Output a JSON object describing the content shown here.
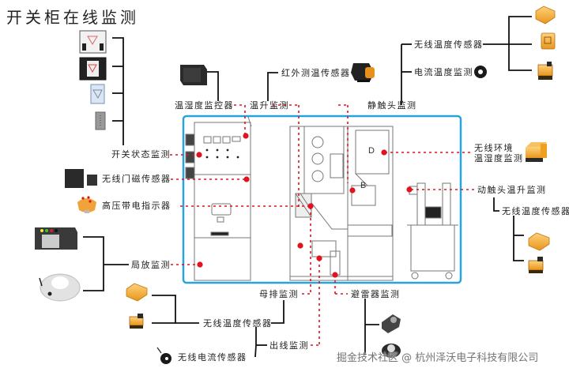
{
  "title": "开关柜在线监测",
  "colors": {
    "frame": "#29a3dc",
    "dot": "#e0141e",
    "line": "#111111",
    "sensor_orange": "#f0a828"
  },
  "labels": {
    "switch_status": "开关状态监测",
    "door_magnetic": "无线门磁传感器",
    "hv_indicator": "高压带电指示器",
    "partial_discharge": "局放监测",
    "temp_humidity_controller": "温湿度监控器",
    "temp_rise": "温升监测",
    "infrared_sensor": "红外测温传感器",
    "static_contact": "静触头监测",
    "wireless_temp_top": "无线温度传感器",
    "current_temp": "电流温度监测",
    "wireless_env_line1": "无线环境",
    "wireless_env_line2": "温湿度监测",
    "moving_contact": "动触头温升监测",
    "wireless_temp_right": "无线温度传感器",
    "busbar": "母排监测",
    "arrester": "避雷器监测",
    "wireless_temp_bottom": "无线温度传感器",
    "outgoing_line": "出线监测",
    "wireless_current": "无线电流传感器",
    "cabinet_letter_d": "D",
    "cabinet_letter_b": "B"
  },
  "watermark": "掘金技术社区 @ 杭州泽沃电子科技有限公司",
  "icons": {
    "switch_devices": [
      "switch-display-white-icon",
      "switch-display-black-icon",
      "switch-indicator-blue-icon",
      "switch-panel-gray-icon"
    ],
    "wireless_temp_sensors": [
      "temp-sensor-square-icon",
      "temp-sensor-qr-icon",
      "temp-sensor-block-icon"
    ],
    "current_temp": "ring-ct-icon",
    "partial_discharge_devices": [
      "pd-monitor-icon",
      "pd-ring-sensor-icon"
    ],
    "arrester_devices": [
      "arrester-sensor-icon",
      "arrester-disc-icon"
    ]
  }
}
